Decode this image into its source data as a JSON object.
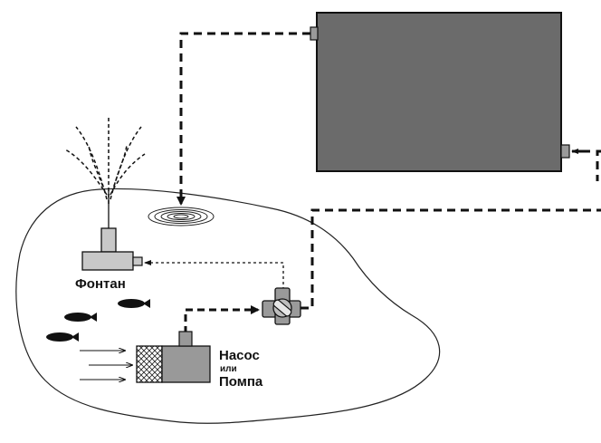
{
  "labels": {
    "fountain": "Фонтан",
    "pump_line1": "Насос",
    "pump_line2": "или",
    "pump_line3": "Помпа"
  },
  "colors": {
    "filter_box": "#6b6b6b",
    "pump_body": "#999999",
    "fountain_body": "#c8c8c8",
    "fish": "#111111",
    "line": "#111111"
  }
}
